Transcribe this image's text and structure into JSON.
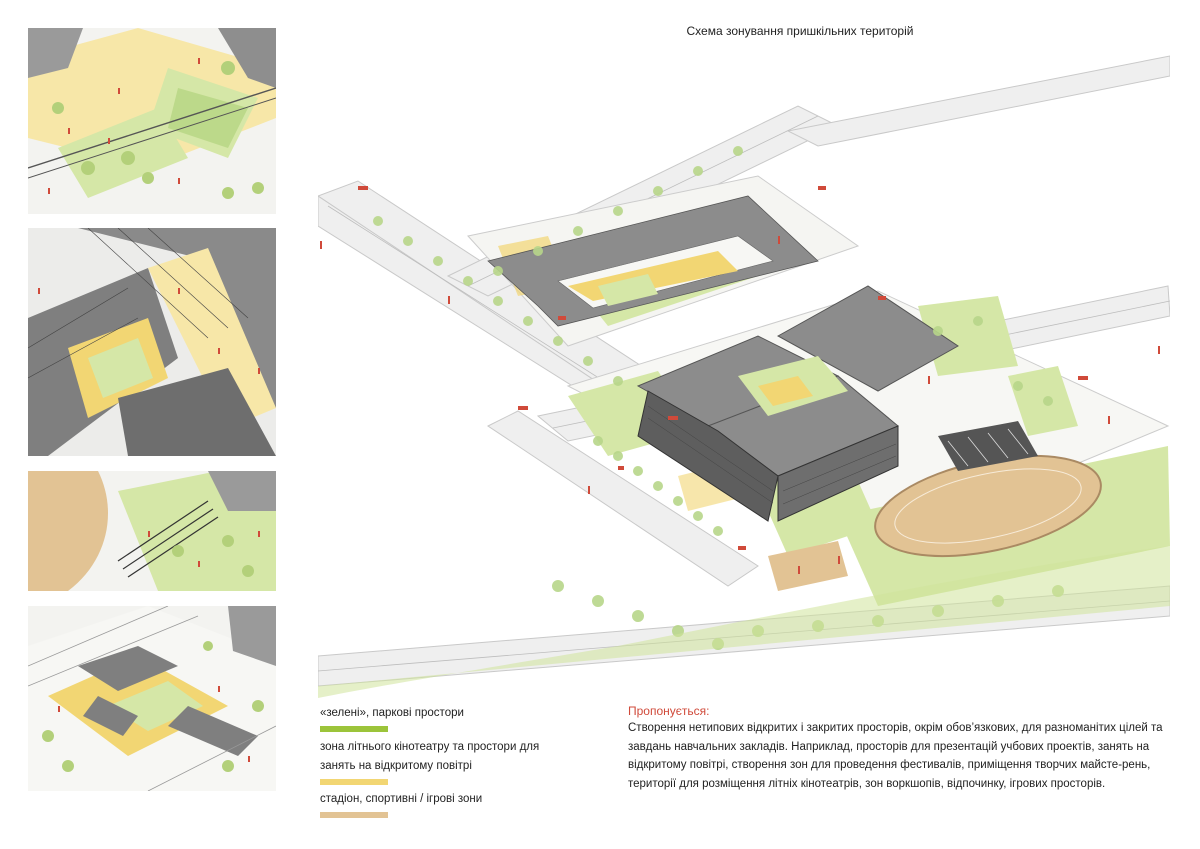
{
  "title": "Схема зонування пришкільних територій",
  "legend": [
    {
      "label": "«зелені», паркові простори",
      "color": "#9cc43a"
    },
    {
      "label": "зона літнього кінотеатру та простори для занять на відкритому повітрі",
      "color": "#f2d673"
    },
    {
      "label": "стадіон, спортивні / ігрові зони",
      "color": "#e2c394"
    }
  ],
  "proposal": {
    "heading": "Пропонується:",
    "body": "Створення нетипових відкритих і закритих просторів, окрім обов’язкових, для разноманітих цілей та завдань навчальних закладів. Наприклад, просторів для презентацій учбових проектів, занять на відкритому повітрі, створення зон для проведення фестивалів, приміщення творчих майсте-рень, території для розміщення літніх кінотеатрів, зон  воркшопів, відпочинку, ігрових просторів."
  },
  "colors": {
    "park": "#d5e7a7",
    "park_strong": "#9cc43a",
    "cinema": "#f2d673",
    "sport": "#e2c394",
    "roof": "#8a8a8a",
    "road": "#e6e6e6",
    "accent": "#d04a3a"
  }
}
